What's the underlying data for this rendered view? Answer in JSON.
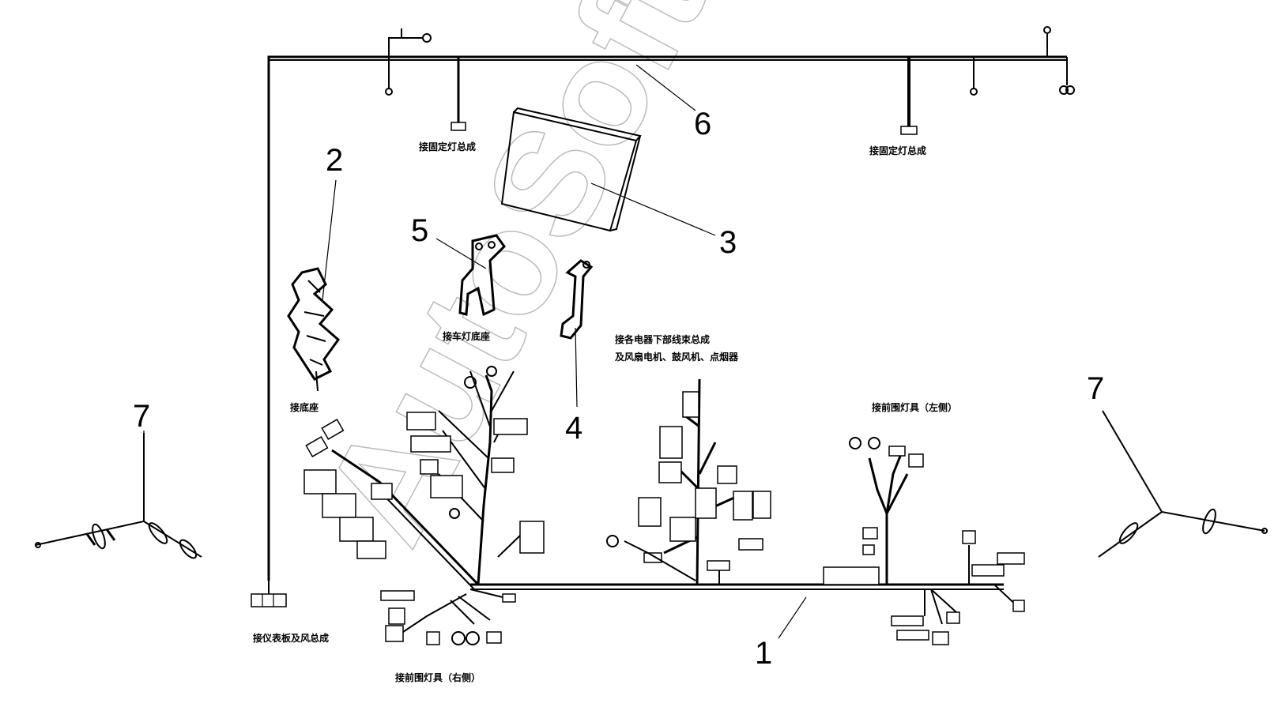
{
  "diagram": {
    "watermark": "AutoSoft",
    "callouts": {
      "c1": "1",
      "c2": "2",
      "c3": "3",
      "c4": "4",
      "c5": "5",
      "c6": "6",
      "c7_left": "7",
      "c7_right": "7"
    },
    "captions": {
      "top_left_label": "接固定灯总成",
      "top_right_label": "接固定灯总成",
      "bracket_label": "接车灯底座",
      "part2_label": "接底座",
      "center_note_line1": "接各电器下部线束总成",
      "center_note_line2": "及风扇电机、鼓风机、点烟器",
      "right_harness_label": "接前围灯具（左侧）",
      "bottom_left_label": "接仪表板及风总成",
      "bottom_center_label": "接前围灯具（右侧）"
    }
  }
}
